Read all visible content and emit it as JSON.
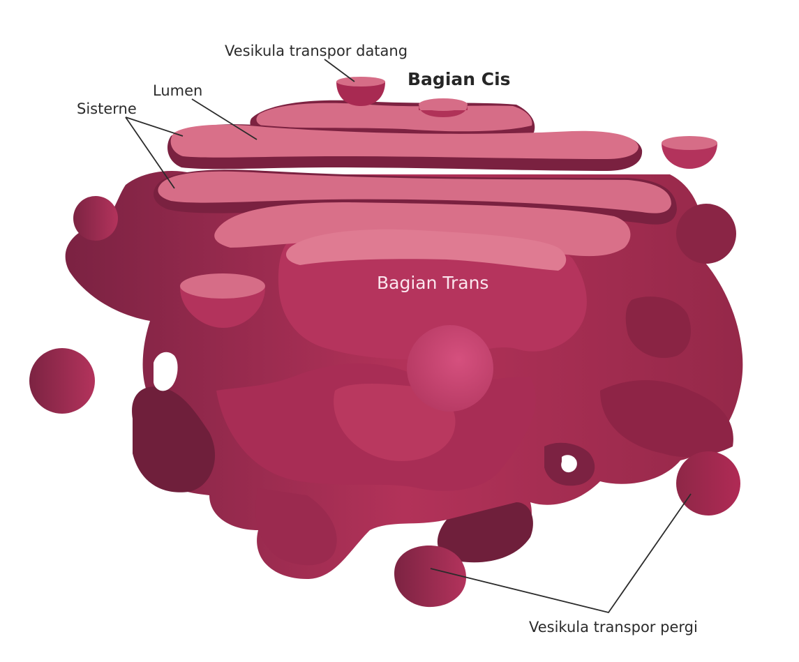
{
  "labels": {
    "incoming_vesicle": "Vesikula transpor datang",
    "cis_face": "Bagian Cis",
    "lumen": "Lumen",
    "cisternae": "Sisterne",
    "trans_face": "Bagian Trans",
    "outgoing_vesicle": "Vesikula transpor pergi"
  },
  "colors": {
    "dark": "#7a2140",
    "body": "#a02b52",
    "mid": "#b9355f",
    "light": "#d66d87",
    "lighter": "#e07c93",
    "highlight": "#cc4472"
  }
}
